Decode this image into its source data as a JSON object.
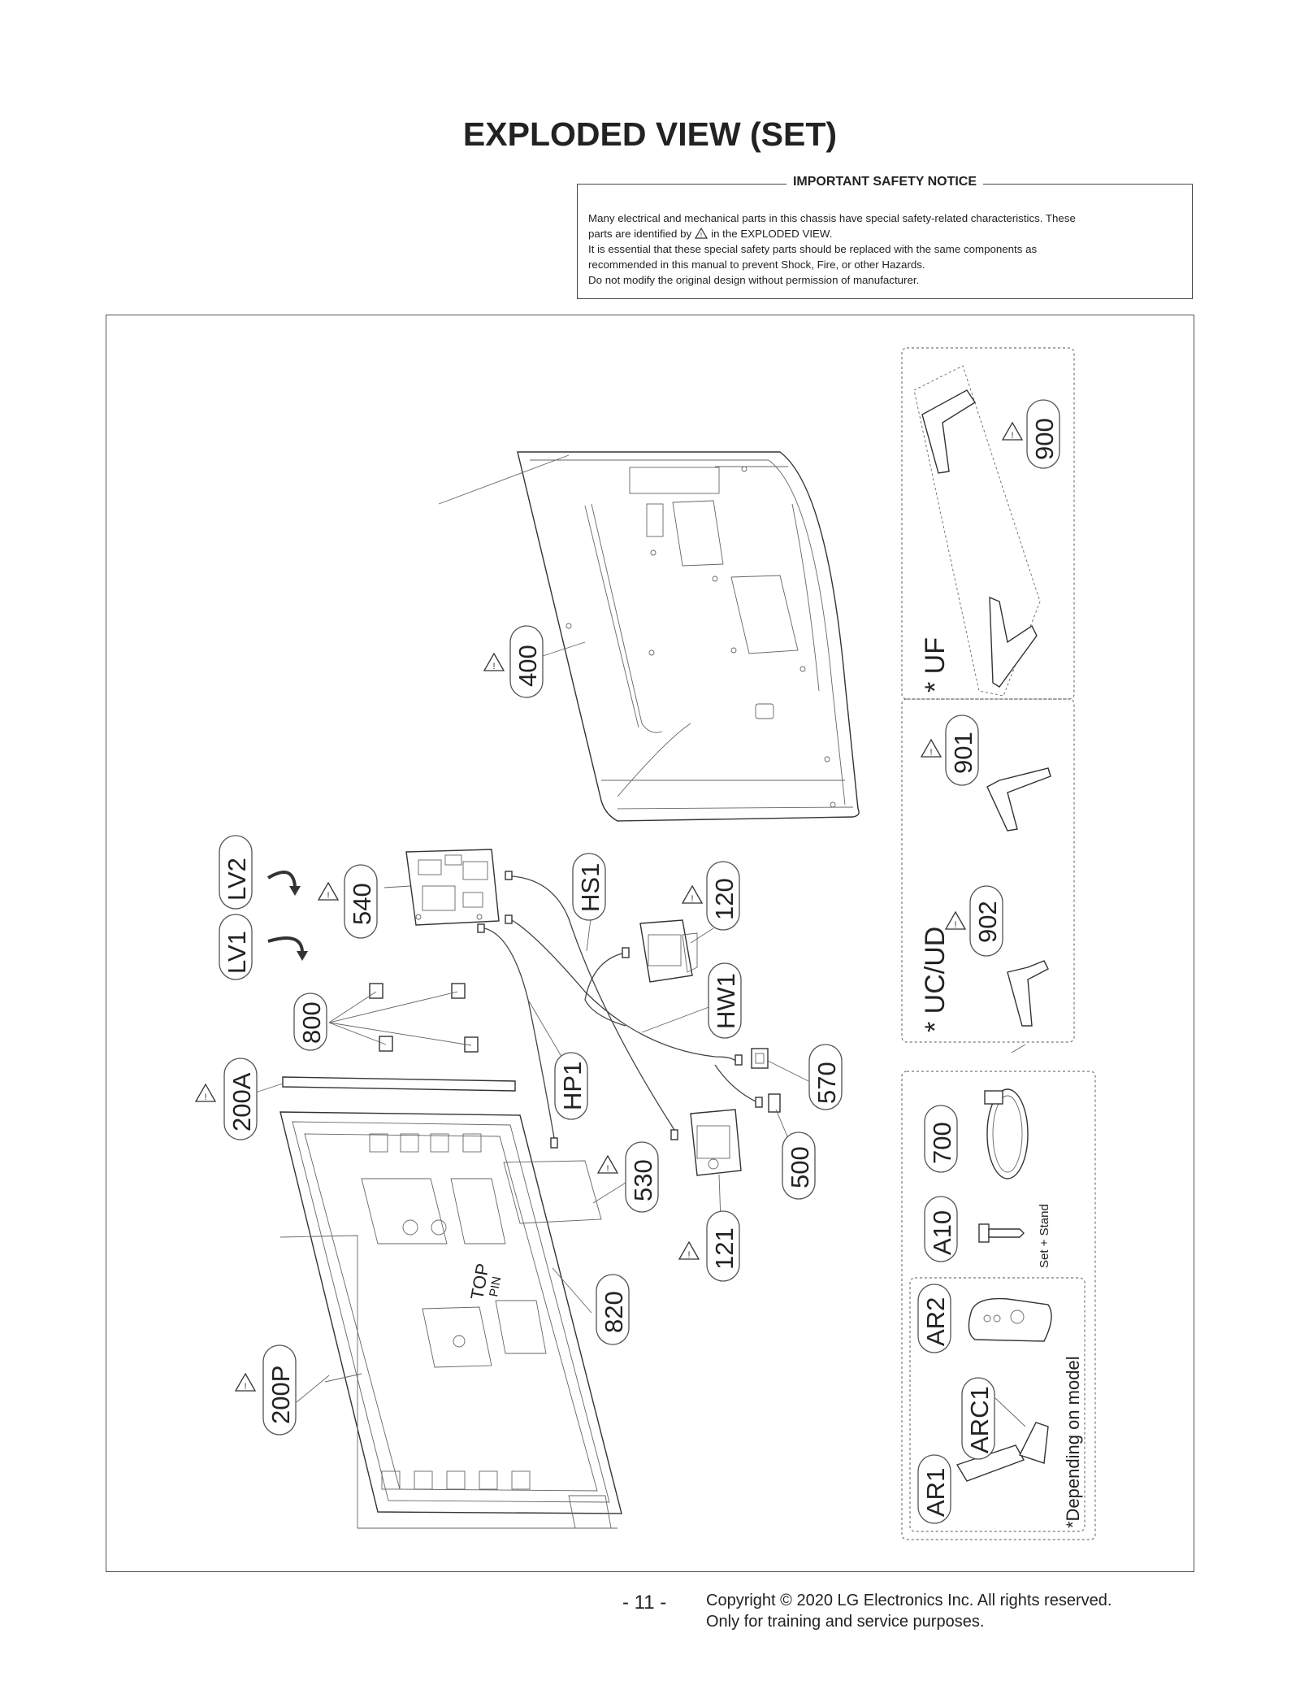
{
  "title": "EXPLODED VIEW (SET)",
  "notice": {
    "heading": "IMPORTANT SAFETY NOTICE",
    "line1": "Many electrical and mechanical parts in this chassis have special safety-related characteristics. These",
    "line2_pre": "parts are identified by",
    "line2_post": "in the EXPLODED VIEW.",
    "line3": "It is essential that these special safety parts should be replaced with the same components as",
    "line4": "recommended in this manual to prevent Shock, Fire, or other Hazards.",
    "line5": "Do not modify the original design without permission of manufacturer."
  },
  "parts": {
    "p400": "400",
    "p540": "540",
    "pLV2": "LV2",
    "pLV1": "LV1",
    "pHS1": "HS1",
    "p120": "120",
    "p800": "800",
    "pHW1": "HW1",
    "p570": "570",
    "p200A": "200A",
    "pHP1": "HP1",
    "p500": "500",
    "p530": "530",
    "p121": "121",
    "p820": "820",
    "p200P": "200P",
    "p900": "900",
    "p901": "901",
    "p902": "902",
    "p700": "700",
    "pA10": "A10",
    "pAR2": "AR2",
    "pARC1": "ARC1",
    "pAR1": "AR1"
  },
  "variants": {
    "uf": "* UF",
    "ucud": "* UC/UD"
  },
  "notes": {
    "set_stand": "Set + Stand",
    "depending": "*Depending on model"
  },
  "panel_texts": {
    "top": "TOP",
    "pin": "PIN"
  },
  "footer": {
    "page": "- 11 -",
    "copyright1": "Copyright © 2020 LG Electronics Inc. All rights reserved.",
    "copyright2": "Only for training and service purposes."
  }
}
